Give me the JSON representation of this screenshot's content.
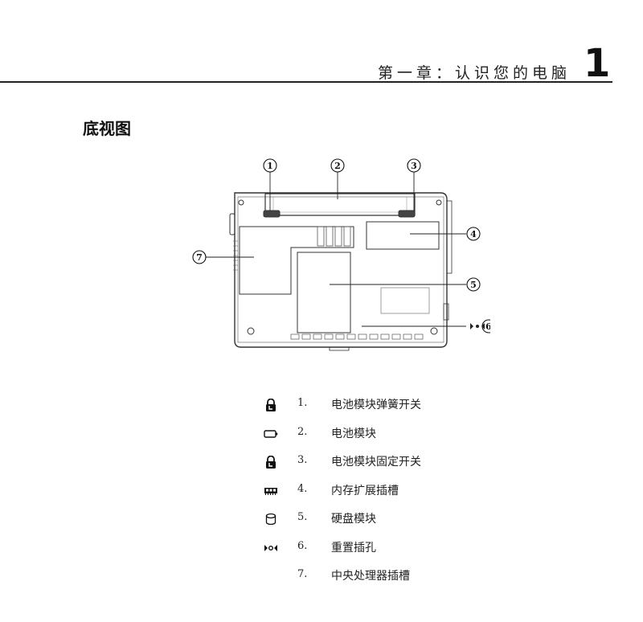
{
  "header": {
    "chapter_title": "第一章：认识您的电脑",
    "chapter_number": "1"
  },
  "section_title": "底视图",
  "diagram": {
    "callouts": [
      "1",
      "2",
      "3",
      "4",
      "5",
      "6",
      "7"
    ]
  },
  "legend": [
    {
      "icon": "lock-icon",
      "number": "1.",
      "label": "电池模块弹簧开关"
    },
    {
      "icon": "battery-icon",
      "number": "2.",
      "label": "电池模块"
    },
    {
      "icon": "lock-icon",
      "number": "3.",
      "label": "电池模块固定开关"
    },
    {
      "icon": "memory-module-icon",
      "number": "4.",
      "label": "内存扩展插槽"
    },
    {
      "icon": "hard-disk-icon",
      "number": "5.",
      "label": "硬盘模块"
    },
    {
      "icon": "reset-icon",
      "number": "6.",
      "label": "重置插孔"
    },
    {
      "icon": "",
      "number": "7.",
      "label": "中央处理器插槽"
    }
  ]
}
